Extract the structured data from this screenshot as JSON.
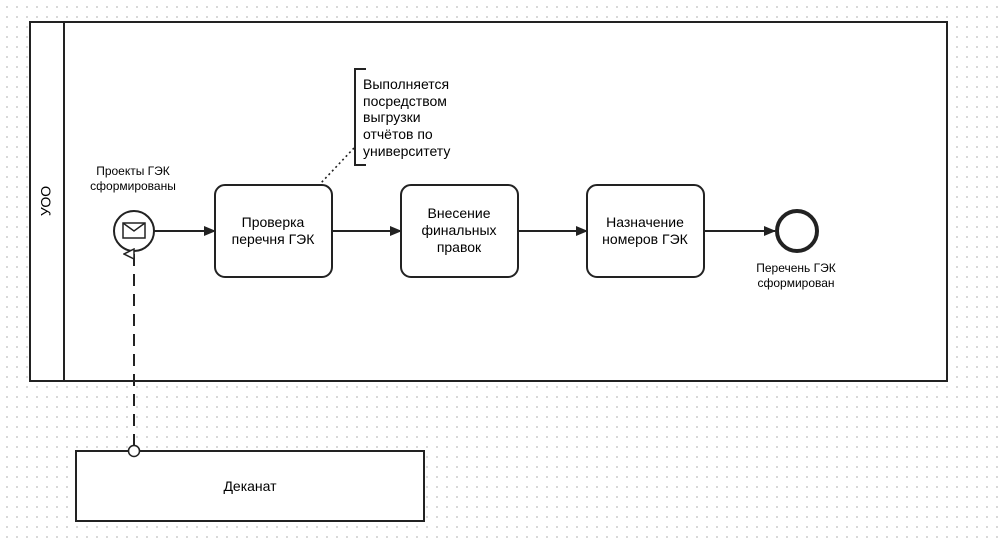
{
  "pool": {
    "label": "УОО"
  },
  "start_event": {
    "label_line1": "Проекты ГЭК",
    "label_line2": "сформированы",
    "icon": "envelope-icon"
  },
  "annotation": {
    "lines": [
      "Выполняется",
      "посредством",
      "выгрузки",
      "отчётов по",
      "университету"
    ]
  },
  "tasks": [
    {
      "lines": [
        "Проверка",
        "перечня ГЭК"
      ]
    },
    {
      "lines": [
        "Внесение",
        "финальных",
        "правок"
      ]
    },
    {
      "lines": [
        "Назначение",
        "номеров ГЭК"
      ]
    }
  ],
  "end_event": {
    "label_line1": "Перечень ГЭК",
    "label_line2": "сформирован"
  },
  "external_pool": {
    "label": "Деканат"
  },
  "colors": {
    "stroke": "#222222",
    "grid_dot": "#cfcfcf",
    "background": "#ffffff"
  }
}
